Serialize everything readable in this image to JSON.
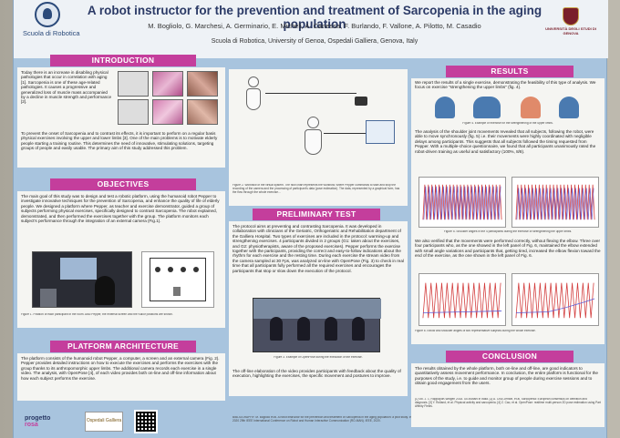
{
  "header": {
    "logo_left": "Scuola di Robotica",
    "logo_right": "UNIVERSITÀ DEGLI STUDI DI GENOVA",
    "title": "A robot instructor for the prevention and treatment of Sarcopenia in the aging population",
    "authors": "M. Bogliolo, G. Marchesi, A. Germinario, E. Micheli, A. Canessa, F. Burlando, F. Vallone, A. Pilotto, M. Casadio",
    "affiliation": "Scuola di Robotica, University of Genoa, Ospedali Galliera, Genova, Italy"
  },
  "sections": {
    "introduction": {
      "heading": "INTRODUCTION",
      "text1": "Today there is an increase in disabling physical pathologies that occur in correlation with aging [1]. Sarcopenia is one of these age-related pathologies. It causes a progressive and generalized loss of muscle mass accompanied by a decline in muscle strength and performance [2].",
      "text2": "To prevent the onset of Sarcopenia and to contrast its effects, it is important to perform on a regular basis physical exercises involving the upper and lower limbs [3]. One of the main problems is to motivate elderly people starting a training routine. This determines the need of innovative, stimulating solutions, targeting groups of people and easily usable. The primary aim of this study addressed this problem."
    },
    "objectives": {
      "heading": "OBJECTIVES",
      "text": "The main goal of this study was to design and test a robotic platform, using the humanoid robot Pepper to investigate innovative techniques for the prevention of Sarcopenia, and enhance the quality of life of elderly people. We designed a platform where Pepper, as teacher and exercise demonstrator, guided a group of subjects performing physical exercises, specifically designed to contrast Sarcopenia. The robot explained, demonstrated, and then performed the exercises together with the group. The platform monitors each subject's performance through the integration of an external camera (Fig.1).",
      "caption": "Figure 1. Position of each participant in the room. Also Pepper, the external screen and the Kallor positions are shown."
    },
    "platform": {
      "heading": "PLATFORM ARCHITECTURE",
      "text": "The platform consists of the humanoid robot Pepper, a computer, a screen and an external camera (Fig. 2). Pepper provides detailed instructions on how to execute the exercises and performs the exercises with the group thanks to its anthropomorphic upper limbs. The additional camera records each exercise in a single video. The analysis, with OpenPose [4], of each video provides both on-line and off-line information about how each subject performs the exercise.",
      "caption": "Figure 2. Workflow of the virtual system. The flow chart represents the workflow, where Pepper commands to start and stop the recording of the camera and the processing of participant's data (pose estimation). The data, represented by a graphical form, has the flow through the whole exercise..."
    },
    "preliminary": {
      "heading": "PRELIMINARY TEST",
      "text": "The protocol aims at preventing and contrasting Sarcopenia. It was developed in collaboration with clinicians of the Geriatric, Orthogeriatric and Rehabilitation department of the Galliera Hospital. Two types of exercises are included in the protocol: warming-up and strengthening exercises. 4 participants divided in 2 groups (G1: taken about the exercises, and G2: physiotherapists, aware of the proposed exercises). Pepper performs the exercise together with the participants, providing the correct and easy-to-follow indications about the rhythm for each exercise and the resting time. During each exercise the stream video from the camera sampled at 30 Fps, was analyzed on-line with OpenPose (Fig. 3) to check in real time that all participants fully performed all the required exercises and encourages the participants that stop or slow down the execution of the protocol.",
      "text2": "The off-line elaboration of the video provides participants with feedback about the quality of execution, highlighting the exercises, the specific movement and postures to improve.",
      "caption": "Figure 3. Example of OpenPose during the execution of the exercise."
    },
    "results": {
      "heading": "RESULTS",
      "text1": "We report the results of a single exercise, demonstrating the feasibility of this type of analysis. We focus on exercise \"strengthening the upper limbs\" (fig. 4).",
      "caption1": "Figure 4. Example of exercise for the strengthening of the upper limbs.",
      "text2": "The analysis of the shoulder joint movements revealed that all subjects, following the robot, were able to move synchronously (fig. 5) i.e. their movements were highly coordinated with negligible delays among participants. This suggests that all subjects followed the timing requested from Pepper. With a multiple-choice questionnaire, we found that all participants unanimously rated the robot-driven training as useful and satisfactory (100%, 8/8).",
      "caption2": "Figure 5. Shoulder angles in the 4 participants during the exercise of strengthening the upper limbs.",
      "text3": "We also verified that the movements were performed correctly, without flexing the elbow. Three over four participants who, as the one showed in the left panel of Fig. 6, maintained the elbow extended with small angle variations and participants that, getting tired, increased the elbow flexion toward the end of the exercise, as the one shown in the left panel of Fig. 6.",
      "caption3": "Figure 6. Elbow and shoulder angles of two representative subjects during the whole exercise."
    },
    "conclusion": {
      "heading": "CONCLUSION",
      "text": "The results obtained by the whole platform, both on-line and off-line, are good indicators to quantitatively assess movement performance. In conclusion, the entire platform is functional for the purposes of the study, i.e. to guide and monitor group of people during exercise sessions and to obtain good engagement from the users.",
      "refs": "[1] Vol. J. 1. Rappaport-Wiltgen 2018. Gli Anziani in Italia. [2] A. Cruz-Jentoft, et al. Sarcopenia: European consensus on definition and diagnosis. [3] Y. Rolland, et al. Physical activity and sarcopenia. [4] Z. Cao, et al. OpenPose: realtime multi-person 2D pose estimation using Part Affinity Fields."
    },
    "footer": {
      "logo1": "progetto",
      "logo1b": "rosa",
      "logo2": "Ospedali Galliera",
      "citation": "BIBLIOGRAPHY: M. Bogliolo et al. A robot instructor for the prevention and treatment of Sarcopenia in the aging population: a pilot study. In 2020 29th IEEE International Conference on Robot and Human Interactive Communication (RO-MAN). IEEE, 2020."
    }
  },
  "colors": {
    "poster_bg": "#a8c4de",
    "section_header": "#c43e9c",
    "title": "#2b3a66"
  }
}
